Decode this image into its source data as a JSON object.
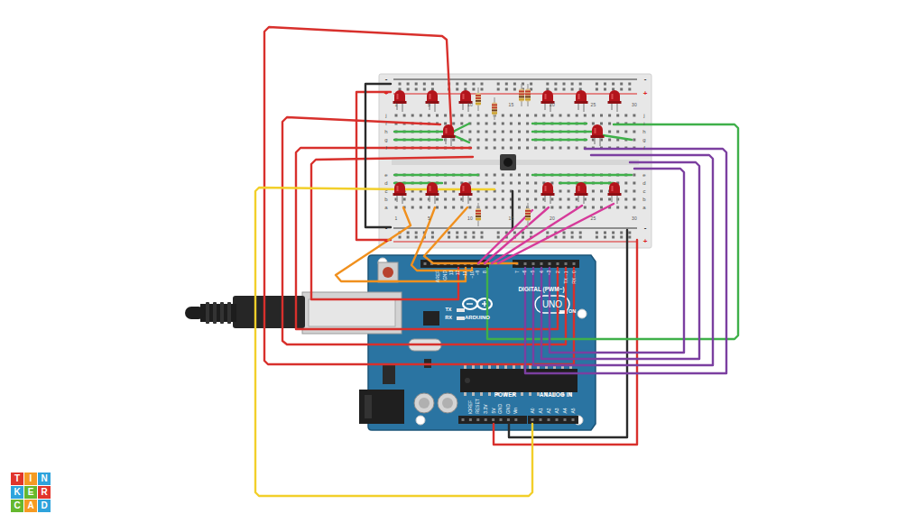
{
  "diagram": {
    "labels": [
      "ARDUINO",
      "UNO",
      "DIGITAL (PWM~)",
      "TX",
      "RX",
      "ON",
      "POWER",
      "ANALOG IN",
      "IOREF",
      "RESET",
      "3.3V",
      "5V",
      "GND",
      "GND",
      "Vin",
      "A0",
      "A1",
      "A2",
      "A3",
      "A4",
      "A5",
      "AREF",
      "GND",
      "13",
      "12",
      "~11",
      "~10",
      "~9",
      "8",
      "7",
      "~6",
      "~5",
      "4",
      "~3",
      "2",
      "TX→1",
      "RX←0",
      "j",
      "i",
      "h",
      "g",
      "f",
      "e",
      "d",
      "c",
      "b",
      "a",
      "j",
      "i",
      "h",
      "g",
      "f",
      "e",
      "d",
      "c",
      "b",
      "a",
      "1",
      "5",
      "10",
      "15",
      "20",
      "25",
      "30",
      "1",
      "5",
      "10",
      "15",
      "20",
      "25",
      "30",
      "-",
      "+",
      "-",
      "+",
      "-",
      "+",
      "-",
      "+",
      "T",
      "I",
      "N",
      "K",
      "E",
      "R",
      "C",
      "A",
      "D"
    ]
  }
}
